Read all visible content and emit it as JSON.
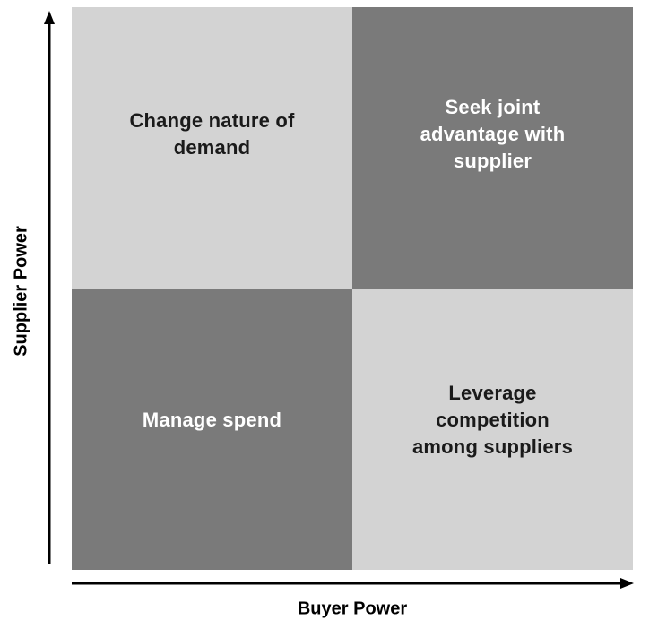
{
  "quadrants": {
    "top_left": "Change nature of demand",
    "top_right": "Seek joint advantage with supplier",
    "bottom_left": "Manage spend",
    "bottom_right": "Leverage competition among suppliers"
  },
  "axes": {
    "y_label": "Supplier Power",
    "x_label": "Buyer Power"
  },
  "colors": {
    "light_cell": "#d3d3d3",
    "dark_cell": "#7a7a7a",
    "axis": "#000000"
  }
}
